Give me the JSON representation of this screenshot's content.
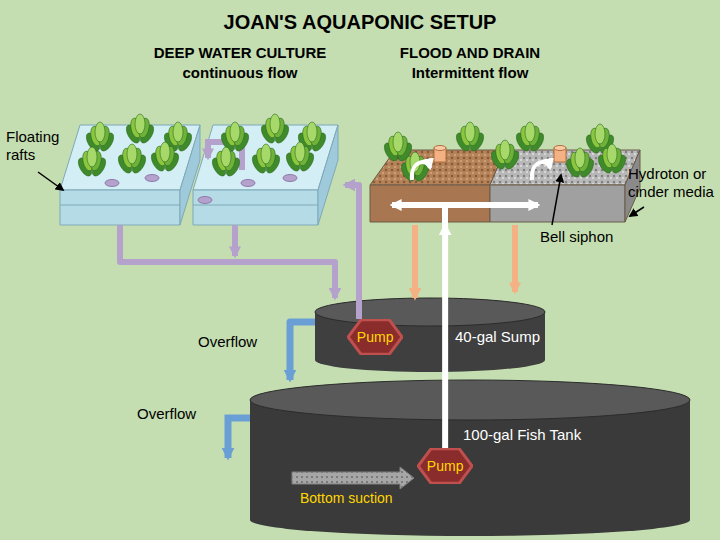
{
  "diagram": {
    "title": "JOAN'S AQUAPONIC SETUP",
    "nodes": [
      {
        "text": [
          "DEEP WATER CULTURE",
          "continuous flow"
        ]
      },
      {
        "text": [
          "FLOOD AND DRAIN",
          "Intermittent flow"
        ]
      },
      {
        "text": [
          "40-gal Sump"
        ]
      },
      {
        "text": [
          "Pump"
        ],
        "in": 2
      },
      {
        "text": [
          "100-gal Fish Tank"
        ]
      },
      {
        "text": [
          "Pump"
        ],
        "in": 4
      }
    ],
    "edges": [
      {
        "from": 0,
        "to": 2,
        "arrow": "to"
      },
      {
        "from": 3,
        "to": 0,
        "arrow": "to"
      },
      {
        "from": 1,
        "to": 2,
        "arrow": "to"
      },
      {
        "from": 5,
        "to": 1,
        "arrow": "to"
      },
      {
        "from": 2,
        "to": 4,
        "arrow": "to",
        "label": "Overflow"
      }
    ],
    "labels": [
      "Floating rafts",
      "Hydroton or cinder media",
      "Bell siphon",
      "Overflow",
      "Bottom suction"
    ]
  }
}
